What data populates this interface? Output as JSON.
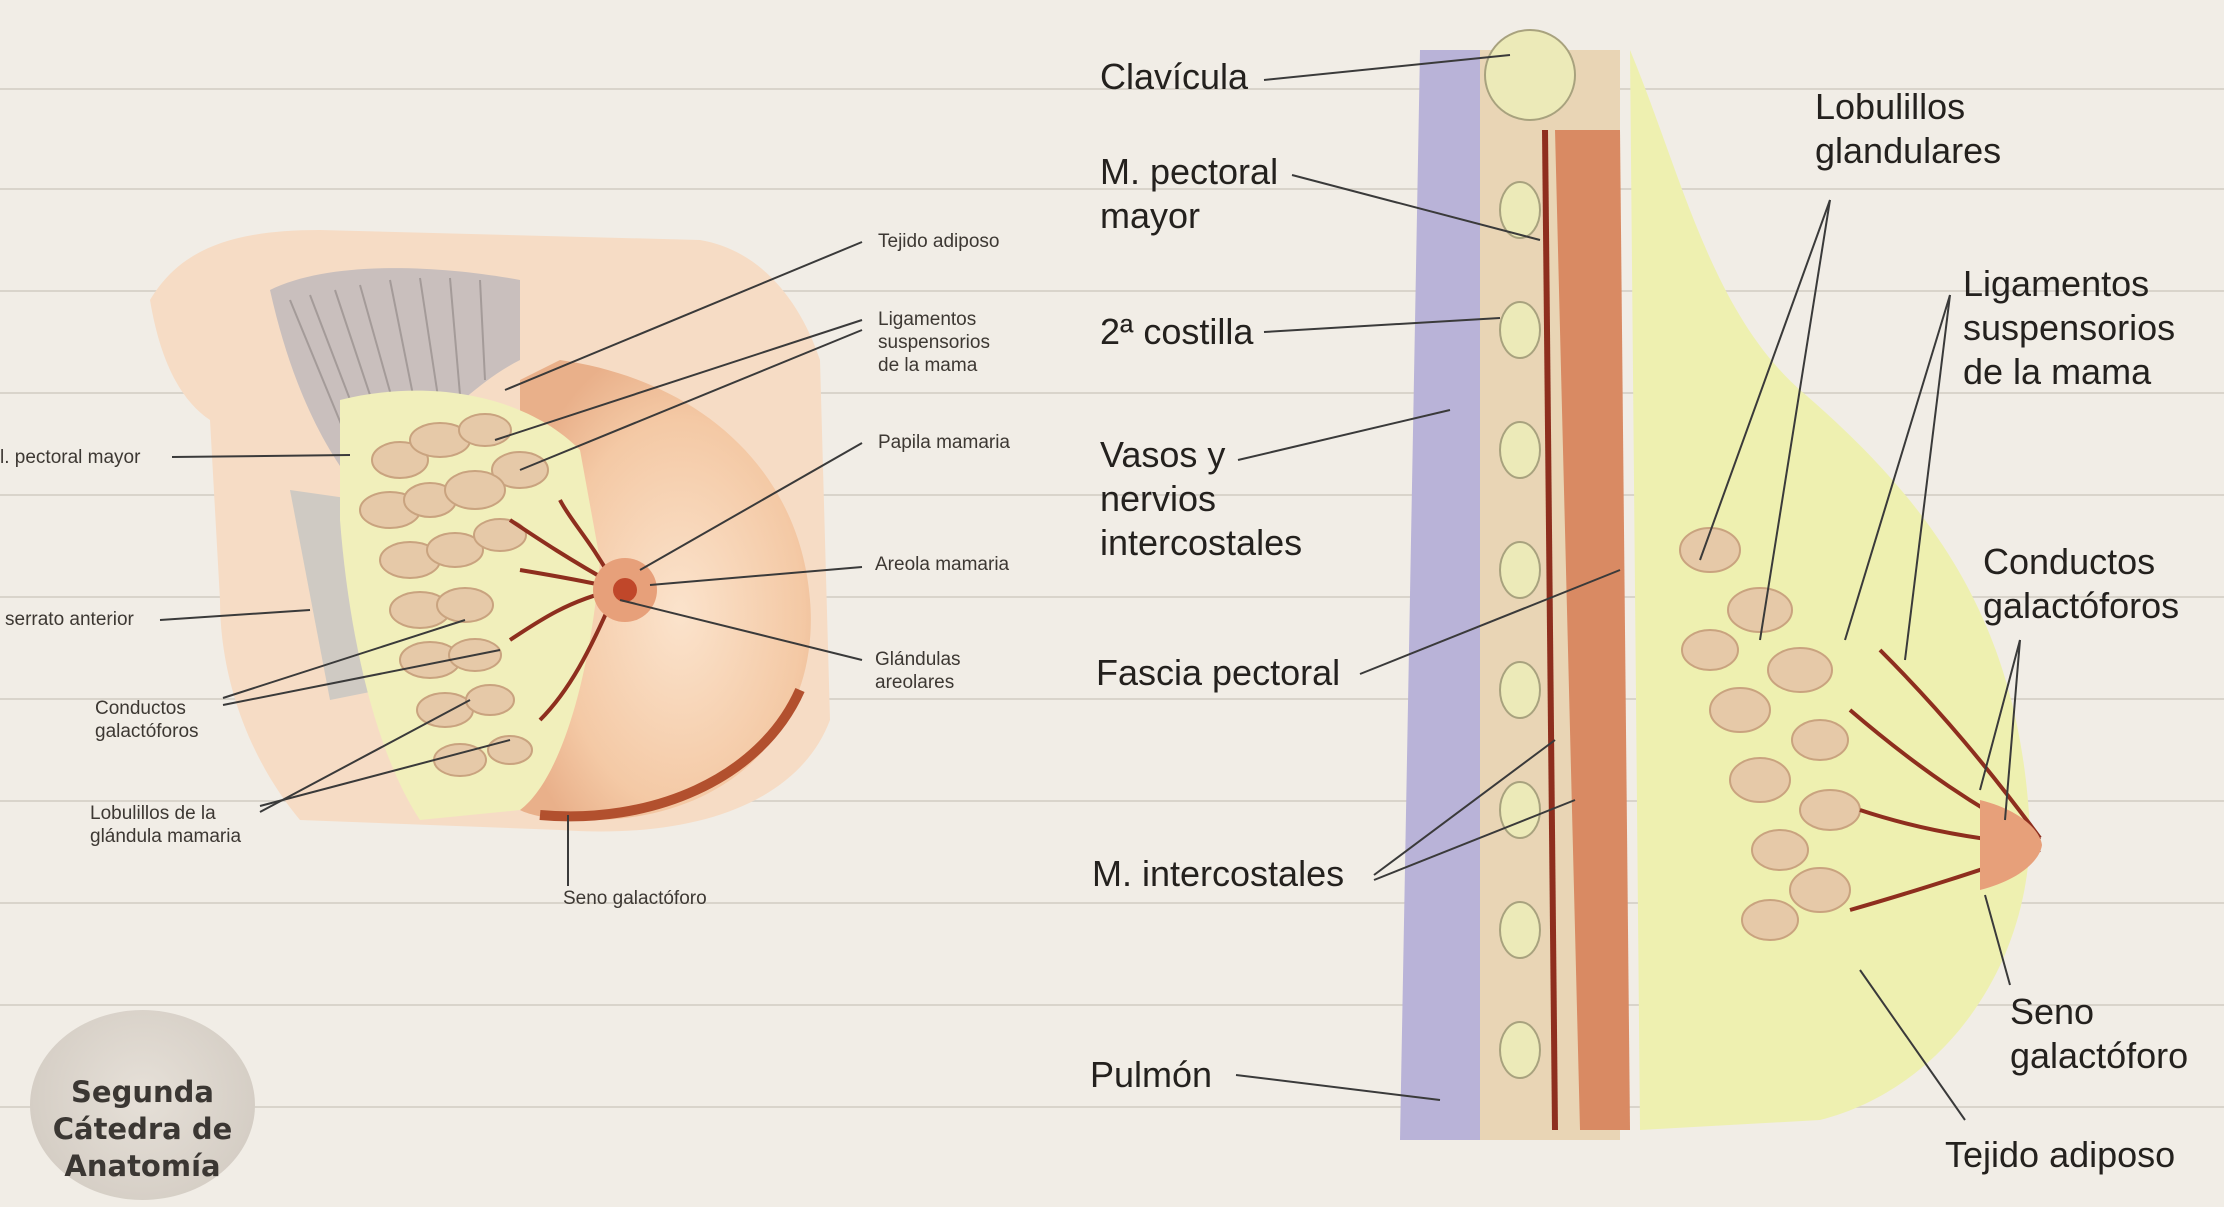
{
  "left_figure": {
    "labels": {
      "tejido_adiposo": "Tejido adiposo",
      "ligamentos": [
        "Ligamentos",
        "suspensorios",
        "de la mama"
      ],
      "papila": "Papila mamaria",
      "areola": "Areola mamaria",
      "glandulas": [
        "Glándulas",
        "areolares"
      ],
      "pectoral": "l. pectoral mayor",
      "serrato": "serrato anterior",
      "conductos": [
        "Conductos",
        "galactóforos"
      ],
      "lobulillos": [
        "Lobulillos de la",
        "glándula mamaria"
      ],
      "seno": "Seno galactóforo"
    }
  },
  "right_figure": {
    "left_labels": {
      "clavicula": "Clavícula",
      "pectoral": [
        "M. pectoral",
        "mayor"
      ],
      "costilla": "2ª costilla",
      "vasos": [
        "Vasos y",
        "nervios",
        "intercostales"
      ],
      "fascia": "Fascia pectoral",
      "intercostales": "M. intercostales",
      "pulmon": "Pulmón"
    },
    "right_labels": {
      "lobulillos": [
        "Lobulillos",
        "glandulares"
      ],
      "ligamentos": [
        "Ligamentos",
        "suspensorios",
        "de la mama"
      ],
      "conductos": [
        "Conductos",
        "galactóforos"
      ],
      "seno": [
        "Seno",
        "galactóforo"
      ],
      "tejido": "Tejido adiposo"
    }
  },
  "logo": {
    "lines": [
      "Segunda",
      "Cátedra de",
      "Anatomía"
    ]
  },
  "colors": {
    "paper": "#f1ede6",
    "skin": "#f3d2b4",
    "fat": "#f0efb8",
    "lobule": "#e8cfa8",
    "duct": "#8e2e1e",
    "muscle": "#b86a45",
    "lung": "#b9b3d8",
    "leader": "#3a3a3a"
  }
}
